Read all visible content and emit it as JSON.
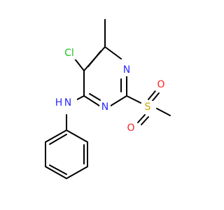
{
  "molecule": {
    "atoms": {
      "cl": {
        "symbol": "Cl",
        "color": "#22c522"
      },
      "n_ring_top": {
        "symbol": "N",
        "color": "#2b2bff"
      },
      "n_ring_bottom": {
        "symbol": "N",
        "color": "#2b2bff"
      },
      "nh_n": {
        "symbol": "N",
        "color": "#2b2bff"
      },
      "nh_h": {
        "symbol": "H",
        "color": "#2b2bff"
      },
      "s": {
        "symbol": "S",
        "color": "#c9a600"
      },
      "o_top": {
        "symbol": "O",
        "color": "#ff2020"
      },
      "o_bottom": {
        "symbol": "O",
        "color": "#ff2020"
      }
    }
  }
}
